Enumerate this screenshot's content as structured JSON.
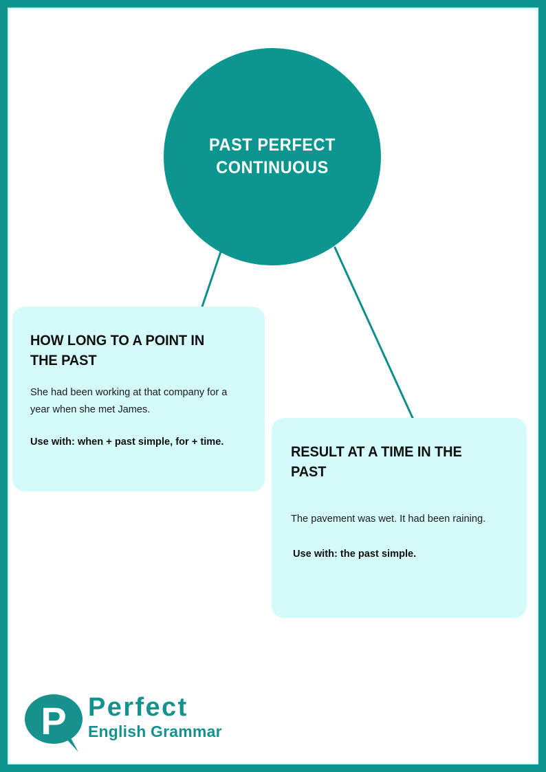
{
  "poster": {
    "hub": {
      "title": "PAST PERFECT CONTINUOUS",
      "color": "#0c968f"
    },
    "frame": {
      "outer_color": "#0c968f",
      "inner_color": "#d4fbfa"
    },
    "cards": [
      {
        "title": "HOW LONG TO A POINT IN THE PAST",
        "example": "She had been working at that company for a year when she met James.",
        "usage": "Use with: when + past simple, for + time.",
        "fill": "#d4fbfa"
      },
      {
        "title": "RESULT AT A TIME IN THE PAST",
        "example": "The pavement was wet. It had been raining.",
        "usage": "Use with: the past simple.",
        "fill": "#d4fbfa"
      }
    ],
    "logo": {
      "mark_letter": "P",
      "line1": "Perfect",
      "line2": "English Grammar",
      "color": "#17918d"
    },
    "connectors": {
      "color": "#0c8f88",
      "width": 3
    }
  }
}
